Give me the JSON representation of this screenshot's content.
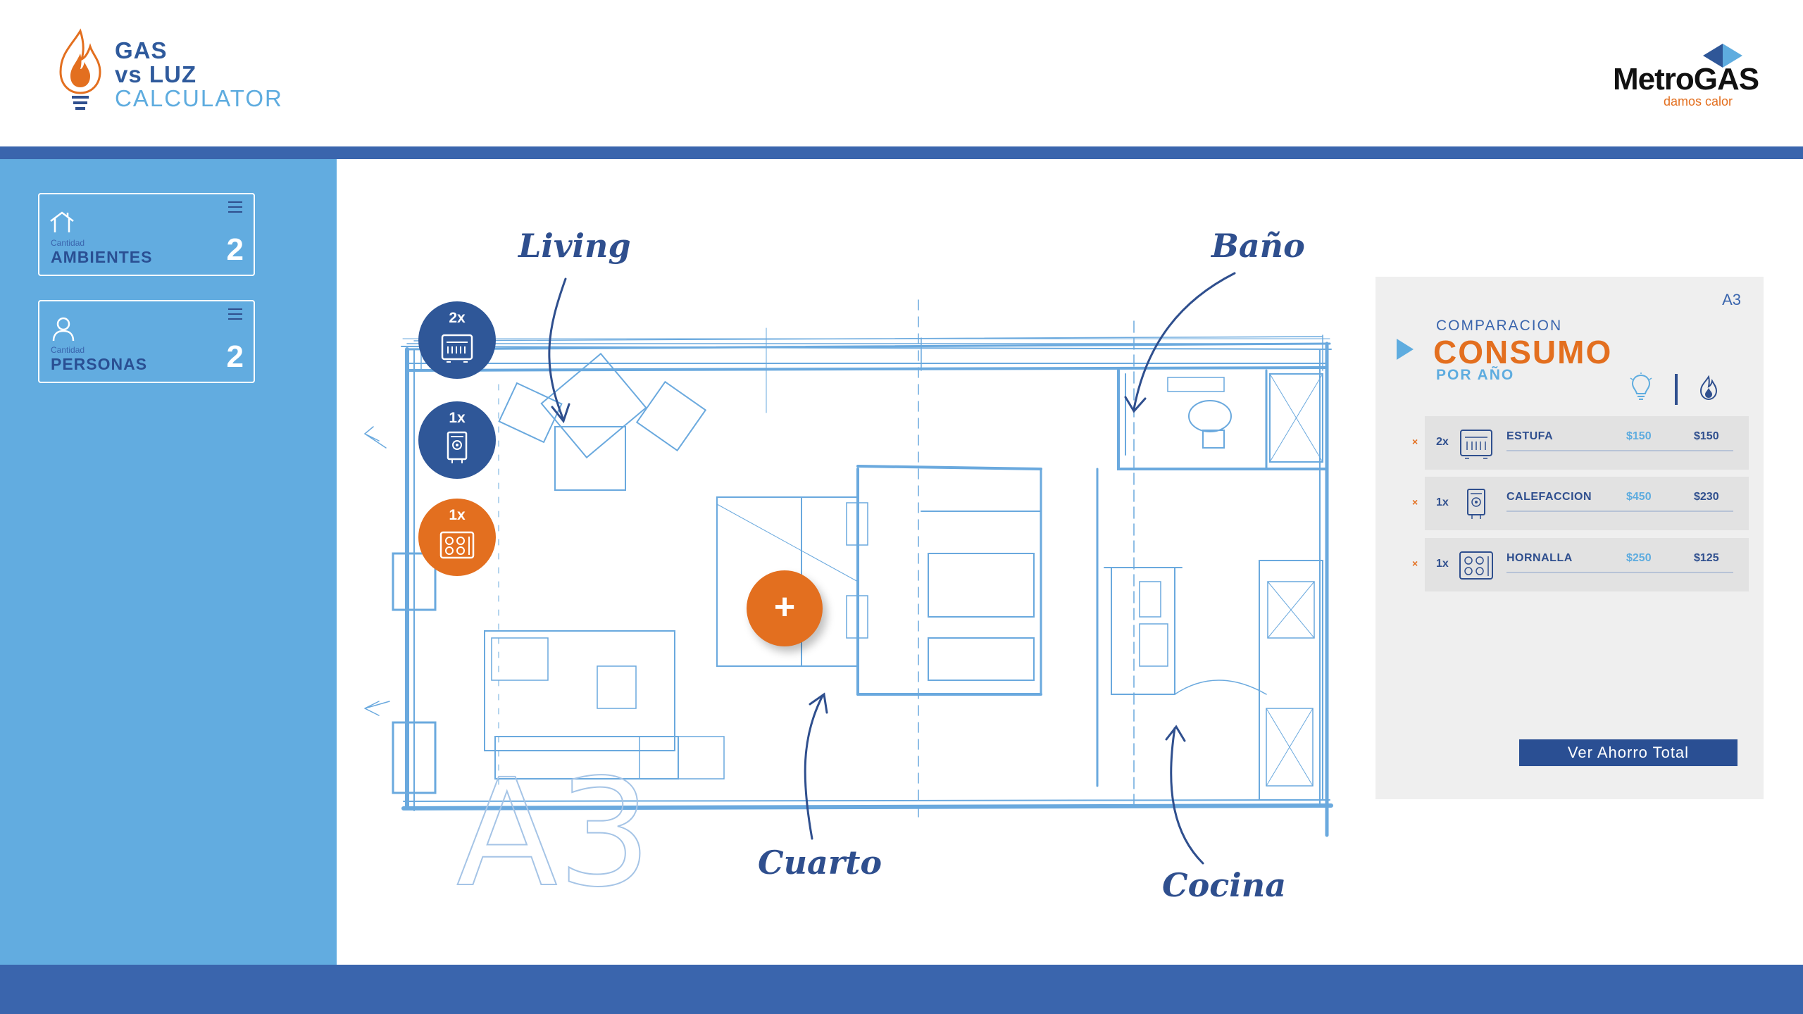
{
  "header": {
    "logo_line1": "GAS",
    "logo_line2": "vs LUZ",
    "logo_line3": "CALCULATOR",
    "brand_name": "MetroGAS",
    "brand_tagline": "damos calor"
  },
  "sidebar": {
    "cards": [
      {
        "small": "Cantidad",
        "label": "AMBIENTES",
        "value": "2",
        "icon": "house-icon"
      },
      {
        "small": "Cantidad",
        "label": "PERSONAS",
        "value": "2",
        "icon": "person-icon"
      }
    ]
  },
  "plan": {
    "plate": "A3",
    "rooms": [
      "Living",
      "Baño",
      "Cuarto",
      "Cocina"
    ],
    "appliances": [
      {
        "qty": "2x",
        "icon": "heater-icon",
        "color": "#2f5798"
      },
      {
        "qty": "1x",
        "icon": "boiler-icon",
        "color": "#2f5798"
      },
      {
        "qty": "1x",
        "icon": "stove-burner-icon",
        "color": "#e36f1f"
      }
    ],
    "add_label": "+"
  },
  "panel": {
    "code": "A3",
    "subtitle": "COMPARACION",
    "title": "CONSUMO",
    "period": "POR AÑO",
    "rows": [
      {
        "remove": "×",
        "qty": "2x",
        "name": "ESTUFA",
        "price_electric": "$150",
        "price_gas": "$150",
        "icon": "heater-icon"
      },
      {
        "remove": "×",
        "qty": "1x",
        "name": "CALEFACCION",
        "price_electric": "$450",
        "price_gas": "$230",
        "icon": "boiler-icon"
      },
      {
        "remove": "×",
        "qty": "1x",
        "name": "HORNALLA",
        "price_electric": "$250",
        "price_gas": "$125",
        "icon": "stove-burner-icon"
      }
    ],
    "total_button": "Ver Ahorro Total"
  },
  "colors": {
    "primary_blue": "#3a65ad",
    "light_blue": "#62ace0",
    "orange": "#e36f1f",
    "plan_line": "#6aa9de"
  }
}
